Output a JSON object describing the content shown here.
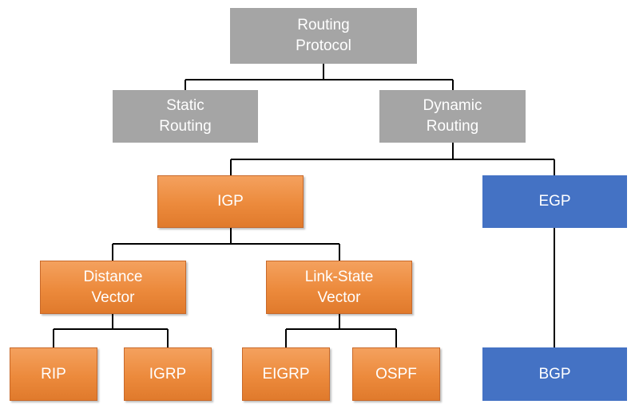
{
  "colors": {
    "gray": "#a5a5a5",
    "orange": "#ed8d41",
    "blue": "#4472c4",
    "connector": "#000000"
  },
  "nodes": {
    "routing_protocol": "Routing\nProtocol",
    "static_routing": "Static\nRouting",
    "dynamic_routing": "Dynamic\nRouting",
    "igp": "IGP",
    "egp": "EGP",
    "distance_vector": "Distance\nVector",
    "link_state_vector": "Link-State\nVector",
    "rip": "RIP",
    "igrp": "IGRP",
    "eigrp": "EIGRP",
    "ospf": "OSPF",
    "bgp": "BGP"
  }
}
